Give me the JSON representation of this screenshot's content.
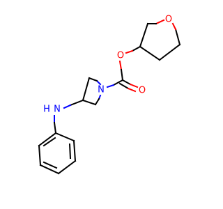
{
  "molecule": {
    "atoms": {
      "ring_oxygen": {
        "label": "O",
        "color": "#ff0000"
      },
      "ester_oxygen": {
        "label": "O",
        "color": "#ff0000"
      },
      "carbonyl_oxygen": {
        "label": "O",
        "color": "#ff0000"
      },
      "azetidine_nitrogen": {
        "label": "N",
        "color": "#0000ff"
      },
      "amine_nitrogen": {
        "label": "N",
        "color": "#0000ff"
      },
      "amine_hydrogen": {
        "label": "H",
        "color": "#0000ff"
      }
    },
    "bond_color": "#000000"
  }
}
